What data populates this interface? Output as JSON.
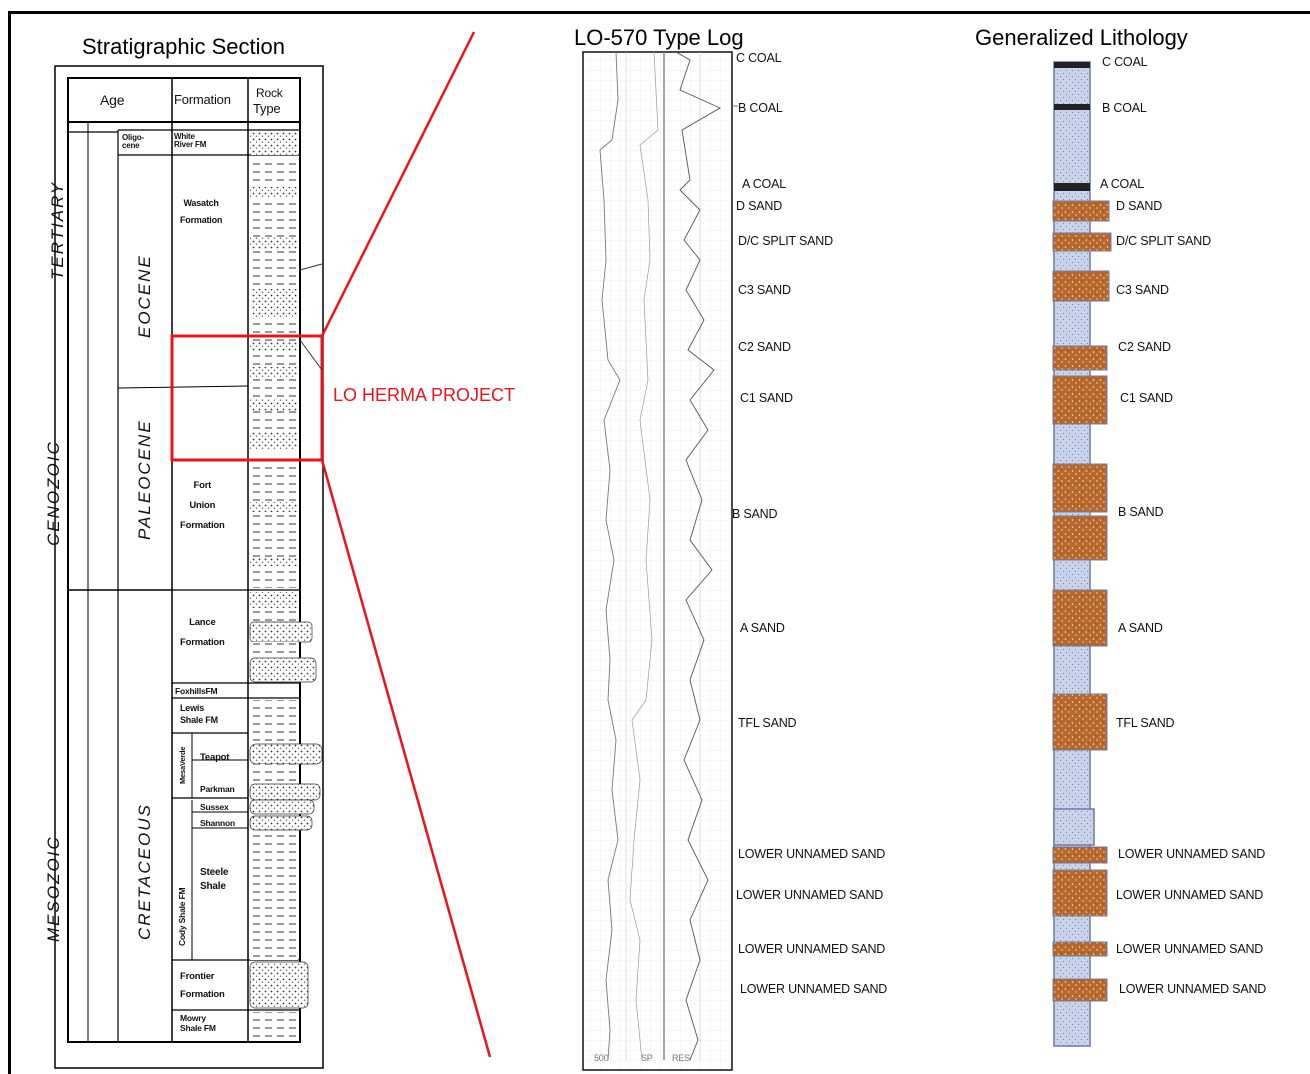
{
  "strat": {
    "title": "Stratigraphic Section",
    "headers": {
      "age": "Age",
      "formation": "Formation",
      "rock_line1": "Rock",
      "rock_line2": "Type"
    },
    "eras": [
      "TERTIARY",
      "CENOZOIC",
      "MESOZOIC"
    ],
    "epochs": [
      "Oligo-\ncene",
      "EOCENE",
      "PALEOCENE",
      "CRETACEOUS"
    ],
    "formations": [
      "White\nRiver FM",
      "Wasatch\n\nFormation",
      "Fort\nUnion\nFormation",
      "Lance\nFormation",
      "FoxhillsFM",
      "Lewis\nShale FM",
      "MesaVerde",
      "Teapot",
      "Parkman",
      "Sussex",
      "Shannon",
      "Cody Shale FM",
      "Steele\nShale",
      "Frontier\nFormation",
      "Mowry\nShale FM"
    ]
  },
  "project_label": "LO HERMA PROJECT",
  "type_log": {
    "title": "LO-570  Type Log",
    "bottom_labels": [
      "500",
      "SP",
      "RES"
    ],
    "labels": [
      "C COAL",
      "B COAL",
      "A COAL",
      "D SAND",
      "D/C SPLIT SAND",
      "C3 SAND",
      "C2 SAND",
      "C1 SAND",
      "B SAND",
      "A SAND",
      "TFL SAND",
      "LOWER UNNAMED SAND",
      "LOWER UNNAMED SAND",
      "LOWER UNNAMED SAND",
      "LOWER UNNAMED SAND"
    ]
  },
  "lithology": {
    "title": "Generalized Lithology",
    "labels": [
      "C COAL",
      "B COAL",
      "A COAL",
      "D SAND",
      "D/C SPLIT SAND",
      "C3 SAND",
      "C2 SAND",
      "C1 SAND",
      "B SAND",
      "A SAND",
      "TFL SAND",
      "LOWER UNNAMED SAND",
      "LOWER UNNAMED SAND",
      "LOWER UNNAMED SAND",
      "LOWER UNNAMED SAND"
    ]
  },
  "colors": {
    "sand": "#b8682a",
    "shale": "#c9d4ea",
    "coal": "#222222",
    "highlight": "#e8141c",
    "column_border": "#6f7aa8"
  }
}
